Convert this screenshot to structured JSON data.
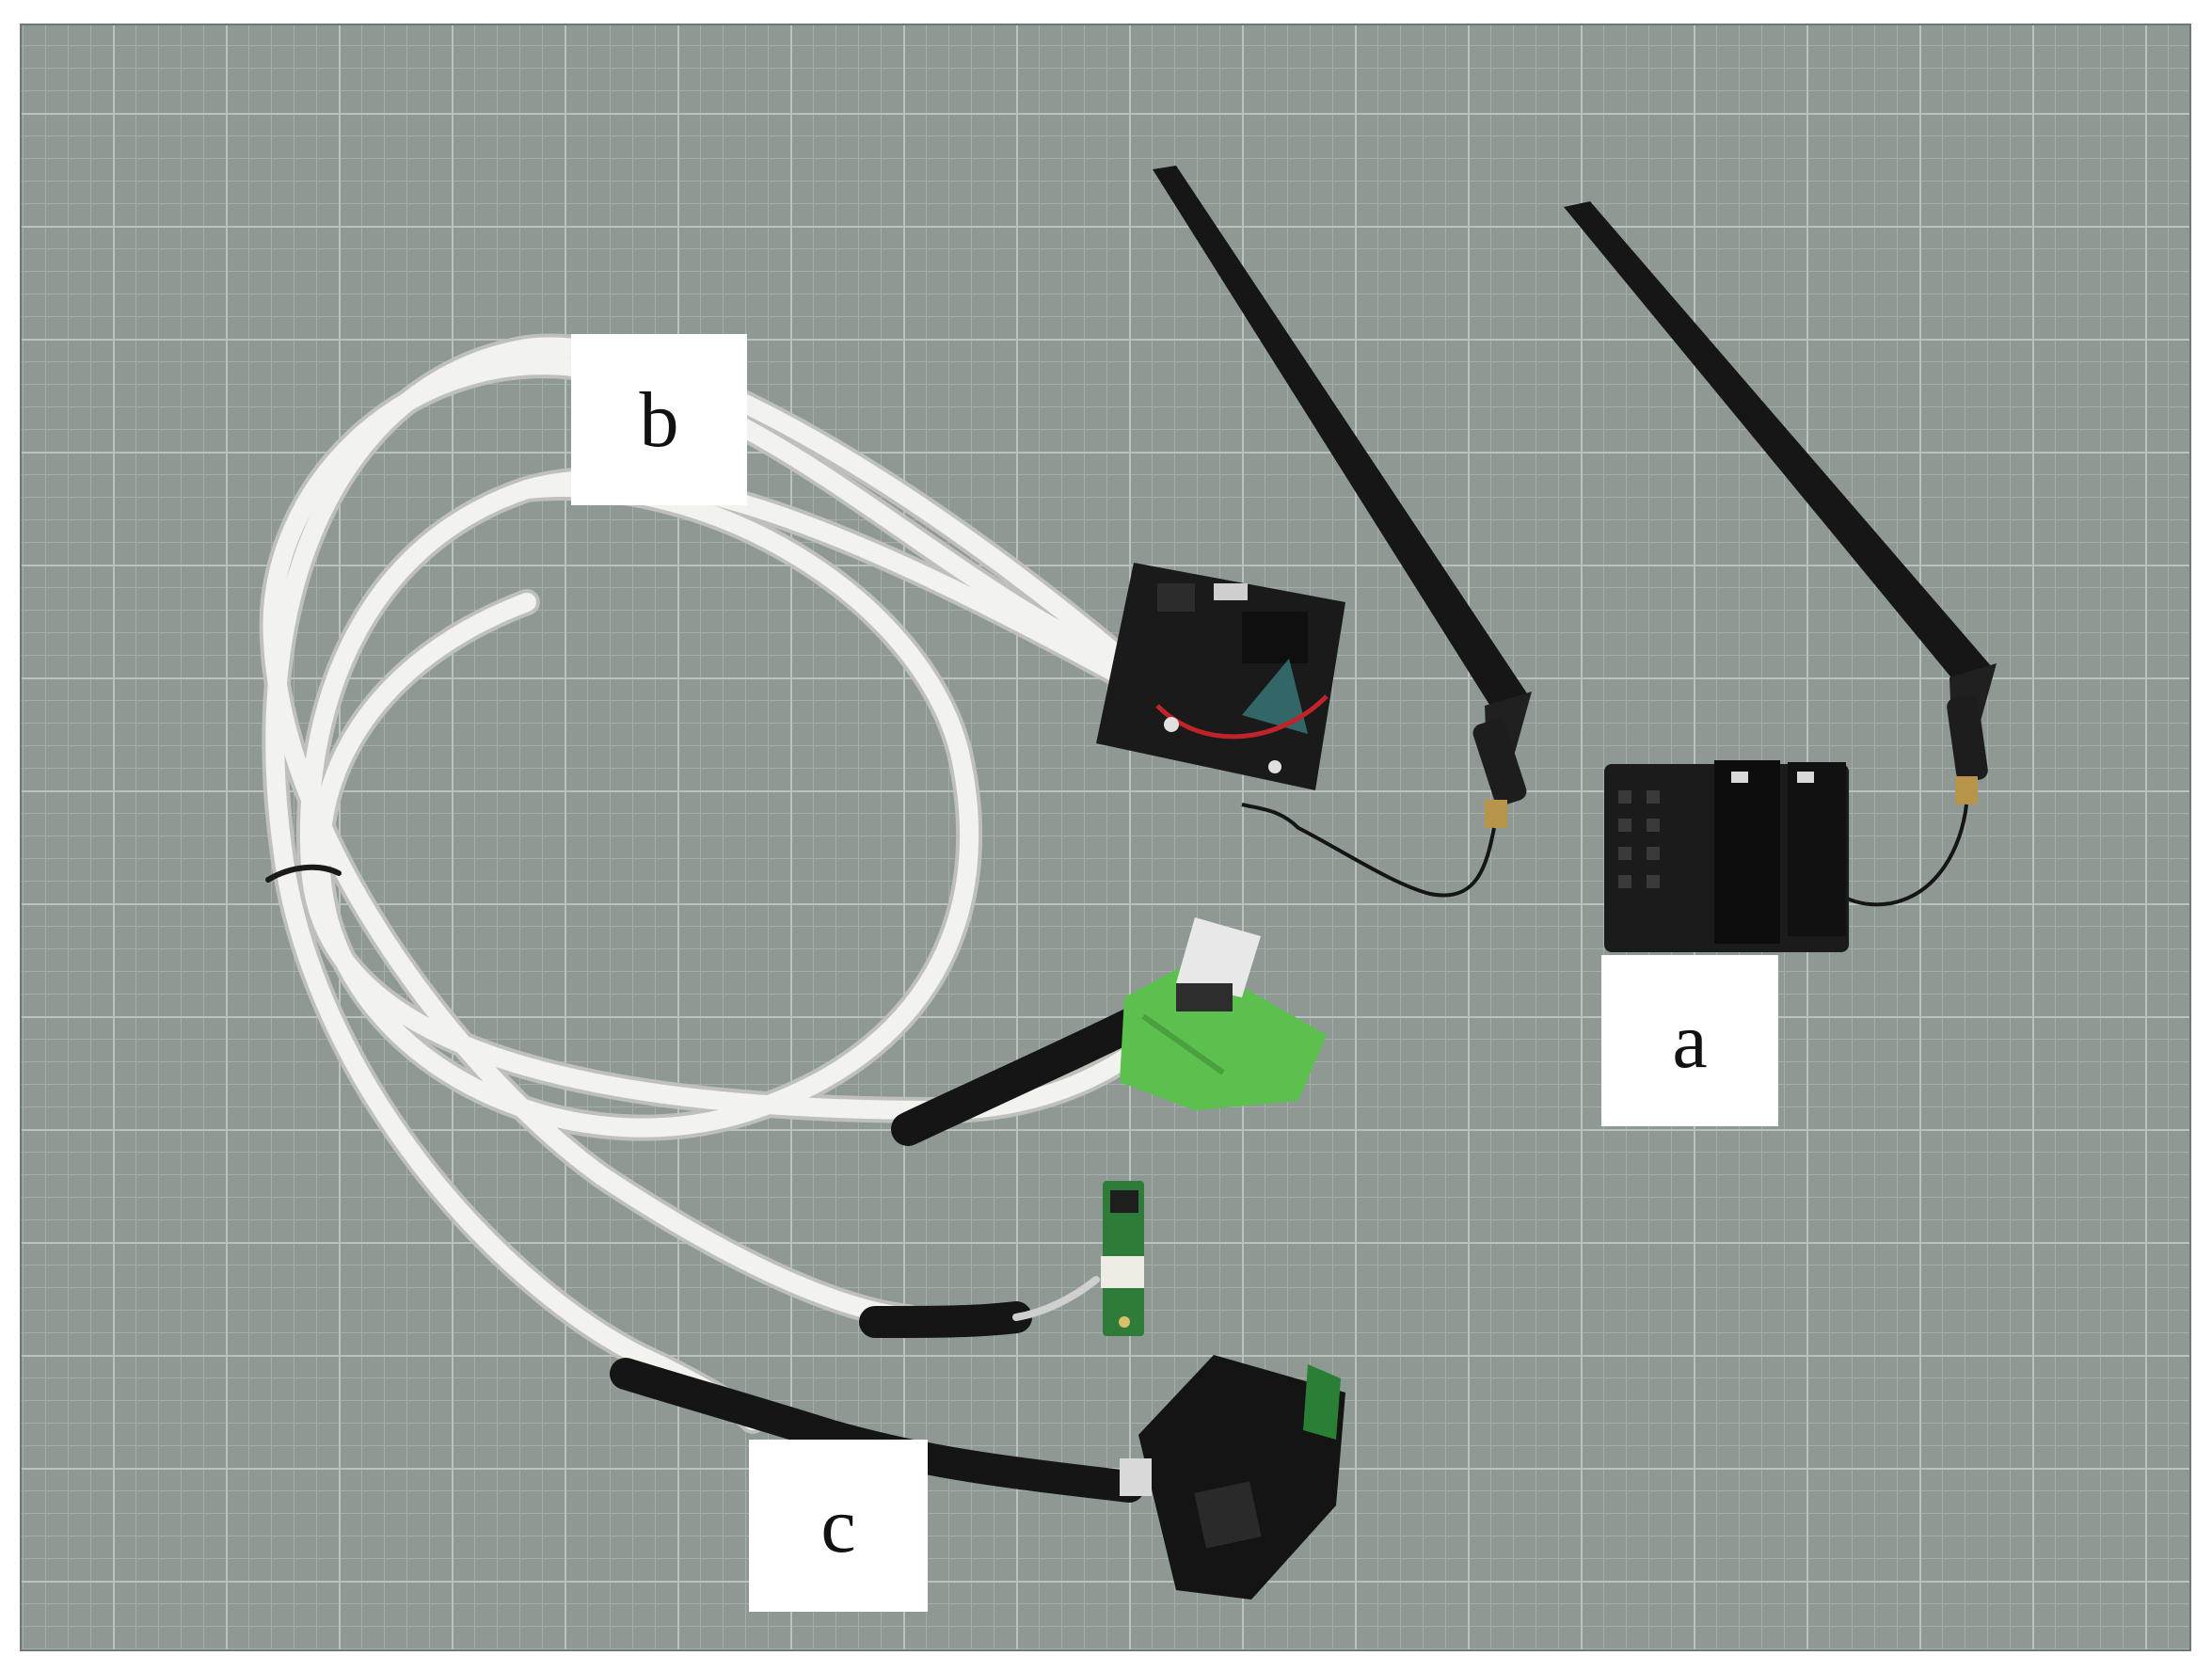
{
  "labels": {
    "a": "a",
    "b": "b",
    "c": "c"
  },
  "colors": {
    "mat_background": "#8f9a95",
    "grid_line": "#a9b3ae",
    "cable": "#f1f1ee",
    "antenna": "#151515",
    "pcb": "#1a1a1a",
    "green_housing": "#5dc150",
    "small_pcb": "#2f7a3a"
  }
}
